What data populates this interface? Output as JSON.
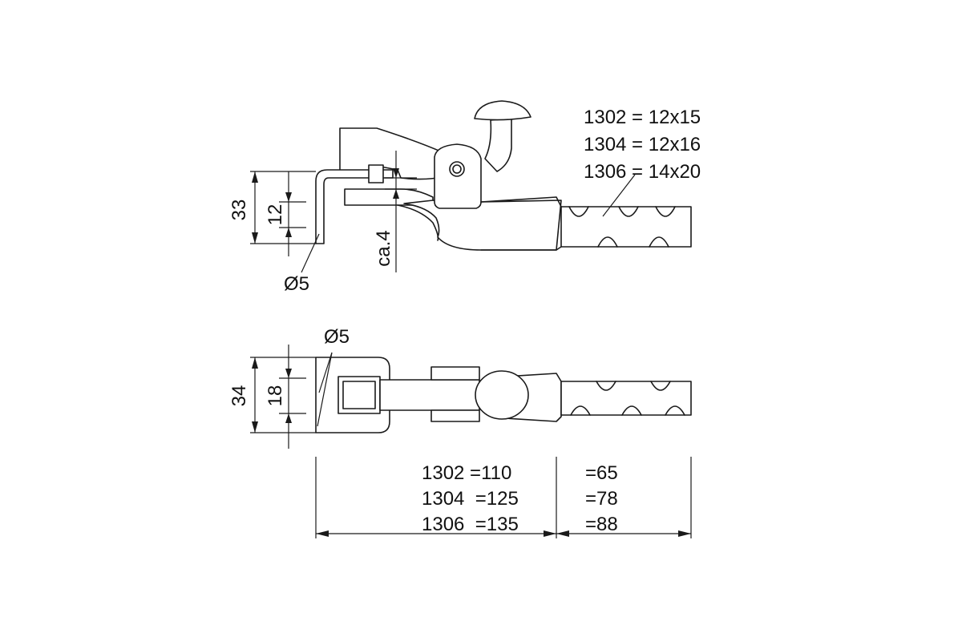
{
  "side_view": {
    "size_spec": [
      "1302 = 12x15",
      "1304 = 12x16",
      "1306 = 14x20"
    ],
    "dim_33": "33",
    "dim_12": "12",
    "dim_ca4": "ca.4",
    "dim_dia5": "Ø5"
  },
  "top_view": {
    "dim_dia5": "Ø5",
    "dim_34": "34",
    "dim_18": "18"
  },
  "length_dims": {
    "overall": [
      "1302 =110",
      "1304  =125",
      "1306  =135"
    ],
    "handle": [
      "=65",
      "=78",
      "=88"
    ]
  }
}
